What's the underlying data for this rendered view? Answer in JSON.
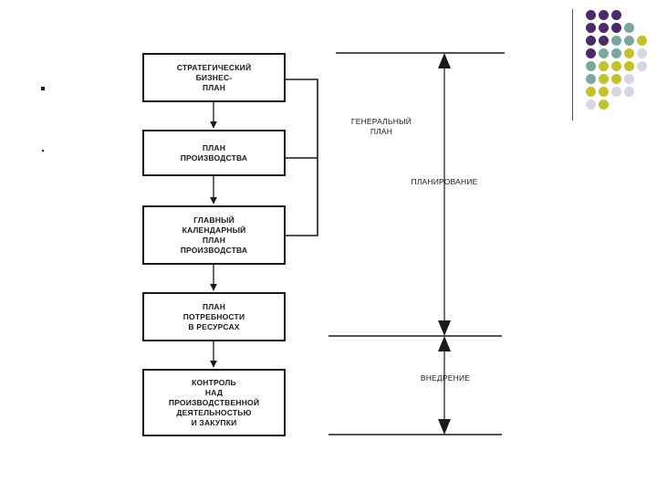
{
  "boxes": {
    "strategic": "СТРАТЕГИЧЕСКИЙ\nБИЗНЕС-\nПЛАН",
    "production": "ПЛАН\nПРОИЗВОДСТВА",
    "master_schedule": "ГЛАВНЫЙ\nКАЛЕНДАРНЫЙ\nПЛАН\nПРОИЗВОДСТВА",
    "resources": "ПЛАН\nПОТРЕБНОСТИ\nВ РЕСУРСАХ",
    "control": "КОНТРОЛЬ\nНАД\nПРОИЗВОДСТВЕННОЙ\nДЕЯТЕЛЬНОСТЬЮ\nИ ЗАКУПКИ"
  },
  "labels": {
    "general_plan": "ГЕНЕРАЛЬНЫЙ\nПЛАН",
    "planning": "ПЛАНИРОВАНИЕ",
    "implementation": "ВНЕДРЕНИЕ"
  },
  "colors": {
    "purple": "#4b2a6b",
    "teal": "#7aa89f",
    "olive": "#c2c22a",
    "lavender": "#d6d6e4",
    "line": "#1a1a1a"
  },
  "decor_dots": [
    [
      "purple",
      "purple",
      "purple"
    ],
    [
      "purple",
      "purple",
      "purple",
      "teal"
    ],
    [
      "purple",
      "purple",
      "teal",
      "teal",
      "olive"
    ],
    [
      "purple",
      "teal",
      "teal",
      "olive",
      "lavender"
    ],
    [
      "teal",
      "olive",
      "olive",
      "olive",
      "lavender"
    ],
    [
      "teal",
      "olive",
      "olive",
      "lavender"
    ],
    [
      "olive",
      "olive",
      "lavender",
      "lavender"
    ],
    [
      "lavender",
      "olive"
    ]
  ]
}
